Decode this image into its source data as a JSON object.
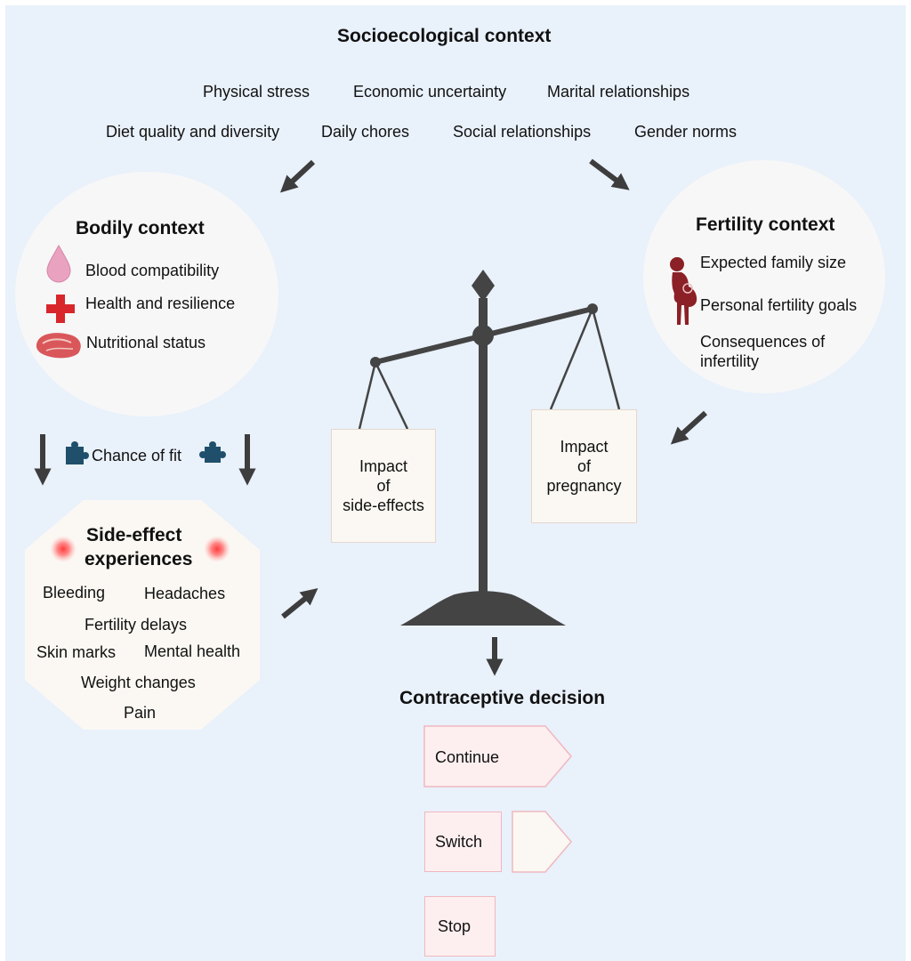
{
  "socio": {
    "title": "Socioecological context",
    "items": [
      "Physical stress",
      "Economic uncertainty",
      "Marital relationships",
      "Diet quality and diversity",
      "Daily chores",
      "Social relationships",
      "Gender norms"
    ]
  },
  "bodily": {
    "title": "Bodily context",
    "items": [
      "Blood compatibility",
      "Health and resilience",
      "Nutritional status"
    ]
  },
  "fertility": {
    "title": "Fertility context",
    "items": [
      "Expected family size",
      "Personal fertility goals",
      "Consequences of",
      "infertility"
    ]
  },
  "fit": {
    "label": "Chance of fit"
  },
  "side_effects": {
    "title_line1": "Side-effect",
    "title_line2": "experiences",
    "items": [
      "Bleeding",
      "Headaches",
      "Fertility delays",
      "Skin marks",
      "Mental health",
      "Weight changes",
      "Pain"
    ]
  },
  "scale": {
    "left_box": "Impact\nof\nside-effects",
    "right_box": "Impact\nof\npregnancy"
  },
  "decision": {
    "title": "Contraceptive decision",
    "options": [
      "Continue",
      "Switch",
      "Stop"
    ]
  },
  "colors": {
    "background": "#e9f1fb",
    "arrow": "#3d3d3d",
    "scale": "#444444",
    "option_fill": "#fdeff0",
    "option_border": "#f0b8bf",
    "puzzle": "#1f4f6b",
    "cross": "#d8262c",
    "figure": "#8b2026"
  }
}
